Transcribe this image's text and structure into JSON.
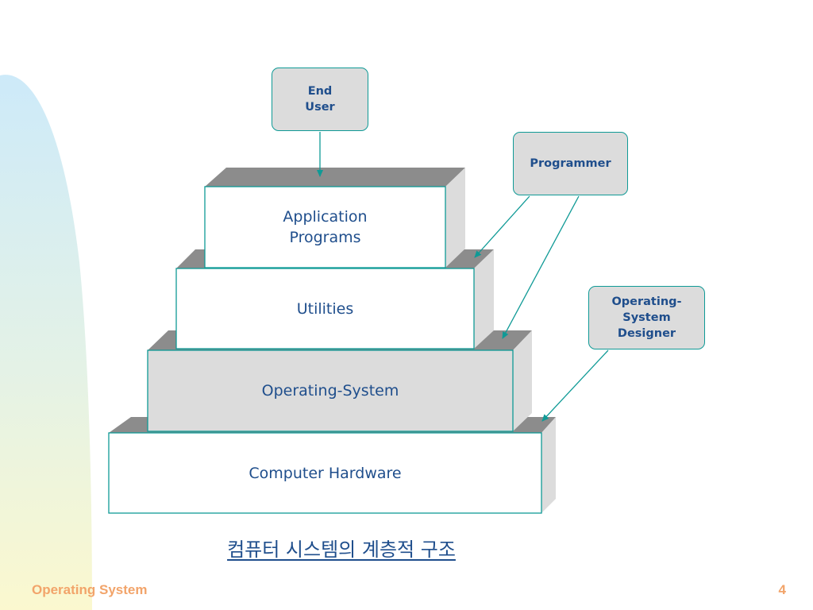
{
  "layers": [
    {
      "label": "Application\nPrograms"
    },
    {
      "label": "Utilities"
    },
    {
      "label": "Operating-System"
    },
    {
      "label": "Computer Hardware"
    }
  ],
  "roles": {
    "end_user": "End\nUser",
    "programmer": "Programmer",
    "os_designer": "Operating-\nSystem\nDesigner"
  },
  "caption": "컴퓨터 시스템의 계층적 구조",
  "footer": {
    "title": "Operating System",
    "page": "4"
  },
  "colors": {
    "text": "#1f4e8c",
    "connector": "#0f9a96",
    "block_top": "#8c8c8c",
    "block_side": "#dcdcdc",
    "os_fill": "#dcdcdc",
    "footer": "#f2a46a"
  }
}
